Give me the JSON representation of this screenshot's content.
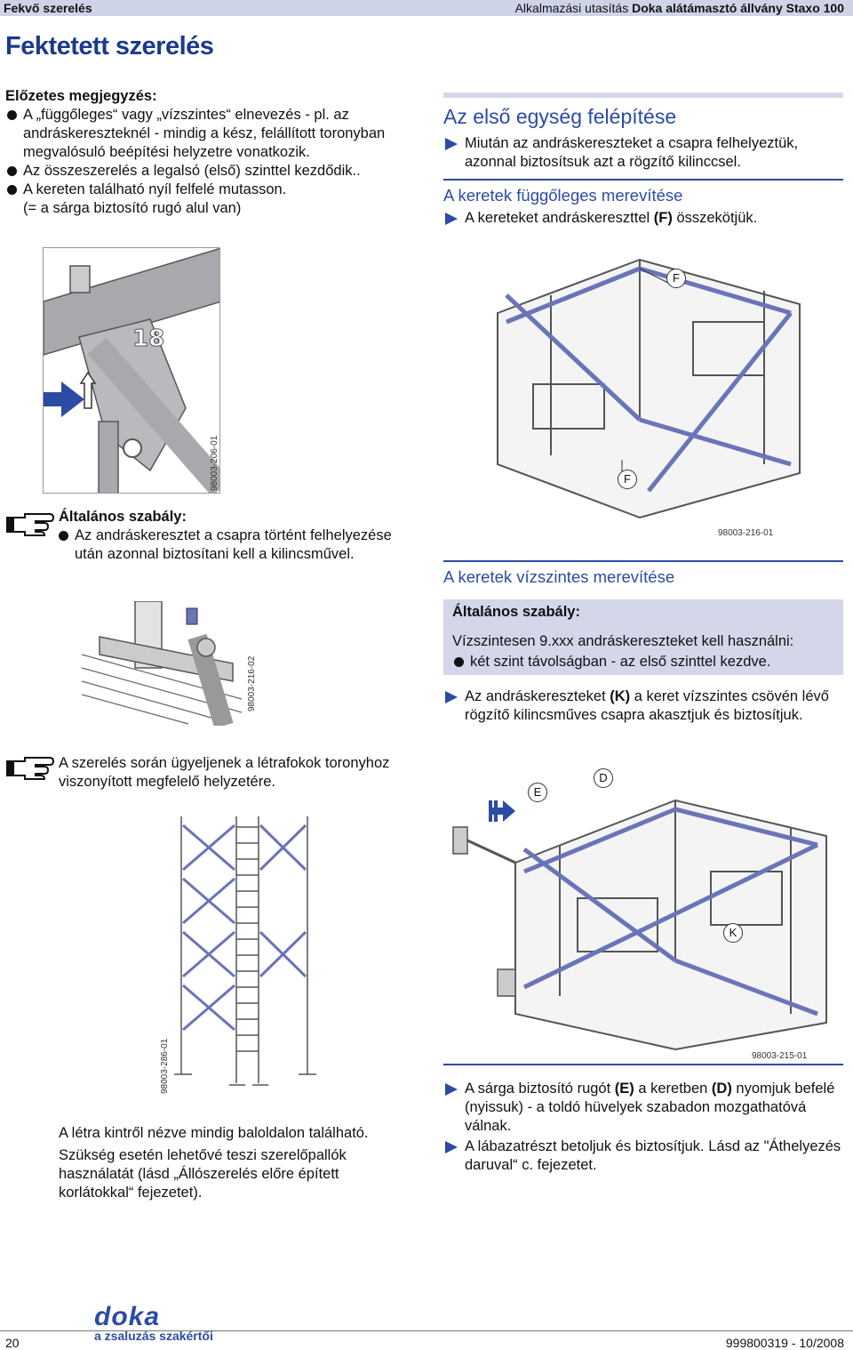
{
  "header": {
    "section": "Fekvő szerelés",
    "doc_prefix": "Alkalmazási utasítás",
    "doc_title": "Doka alátámasztó állvány Staxo 100"
  },
  "page_title": "Fektetett szerelés",
  "prelim": {
    "heading": "Előzetes megjegyzés:",
    "bullets": [
      "A „függőleges“ vagy „vízszintes“ elnevezés - pl. az andráskereszteknél - mindig a kész, felállított toronyban megvalósuló beépítési helyzetre vonatkozik.",
      "Az összeszerelés a legalsó (első) szinttel kezdődik..",
      "A kereten található nyíl felfelé mutasson."
    ],
    "note": "(= a sárga biztosító rugó alul van)"
  },
  "first_unit": {
    "heading": "Az első egység felépítése",
    "step": "Miután az andráskereszteket a csapra felhelyeztük, azonnal biztosítsuk azt a rögzítő kilinccsel."
  },
  "vertical_bracing": {
    "heading": "A keretek függőleges merevítése",
    "step_prefix": "A kereteket andráskereszttel ",
    "step_bold": "(F)",
    "step_suffix": " összekötjük."
  },
  "figures": {
    "fig1_code": "98003-206-01",
    "fig1_number": "18",
    "fig2_code": "98003-216-01",
    "fig2_label_top": "F",
    "fig2_label_bottom": "F",
    "fig3_code": "98003-216-02",
    "fig4_code": "98003-286-01",
    "fig5_code": "98003-215-01",
    "fig5_label_e": "E",
    "fig5_label_d": "D",
    "fig5_label_k": "K"
  },
  "general_rule_1": {
    "heading": "Általános szabály:",
    "bullet": "Az andráskeresztet a csapra történt felhelyezése után azonnal biztosítani kell a kilincsművel."
  },
  "horizontal_bracing": {
    "heading": "A keretek vízszintes merevítése",
    "rule_heading": "Általános szabály:",
    "rule_text": "Vízszintesen 9.xxx andráskereszteket kell használni:",
    "rule_bullet": "két szint távolságban - az első szinttel kezdve.",
    "step_prefix": "Az andráskereszteket ",
    "step_bold": "(K)",
    "step_suffix": " a keret vízszintes csövén lévő rögzítő kilincsműves csapra akasztjuk és biztosítjuk."
  },
  "ladder_note": "A szerelés során ügyeljenek a létrafokok toronyhoz viszonyított megfelelő helyzetére.",
  "ladder_text": {
    "p1": "A létra kintről nézve mindig baloldalon található.",
    "p2": "Szükség esetén lehetővé teszi szerelőpallók használatát (lásd „Állószerelés előre épített korlátokkal“ fejezetet)."
  },
  "final_steps": {
    "step1_prefix": "A sárga biztosító rugót ",
    "step1_bold1": "(E)",
    "step1_mid": " a keretben ",
    "step1_bold2": "(D)",
    "step1_suffix": " nyomjuk befelé (nyissuk) - a toldó hüvelyek szabadon mozgathatóvá válnak.",
    "step2": "A lábazatrészt betoljuk és biztosítjuk. Lásd az \"Áthelyezés daruval“ c. fejezetet."
  },
  "footer": {
    "page_number": "20",
    "doc_number": "999800319 - 10/2008",
    "logo": "doka",
    "logo_tagline": "a zsaluzás szakértői"
  }
}
